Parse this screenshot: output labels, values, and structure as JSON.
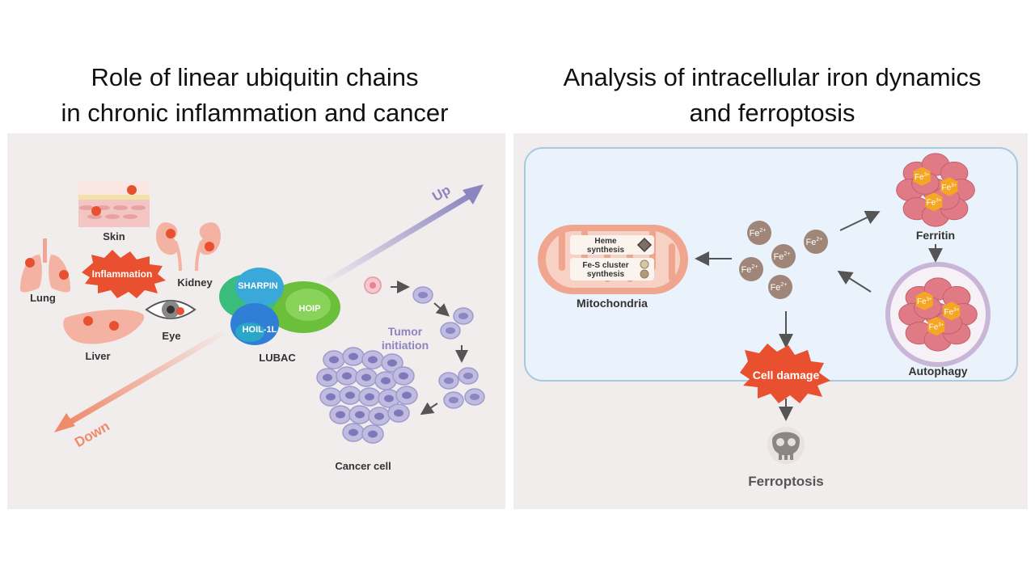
{
  "left": {
    "title_line1": "Role of linear ubiquitin chains",
    "title_line2": "in chronic inflammation and cancer",
    "labels": {
      "skin": "Skin",
      "lung": "Lung",
      "kidney": "Kidney",
      "liver": "Liver",
      "eye": "Eye",
      "inflammation": "Inflammation",
      "sharpin": "SHARPIN",
      "hoip": "HOIP",
      "hoil": "HOIL-1L",
      "lubac": "LUBAC",
      "up": "Up",
      "down": "Down",
      "tumor_line1": "Tumor",
      "tumor_line2": "initiation",
      "cancer_cell": "Cancer cell"
    }
  },
  "right": {
    "title_line1": "Analysis of intracellular iron dynamics",
    "title_line2": "and ferroptosis",
    "labels": {
      "heme_line1": "Heme",
      "heme_line2": "synthesis",
      "fes_line1": "Fe-S cluster",
      "fes_line2": "synthesis",
      "mitochondria": "Mitochondria",
      "ferritin": "Ferritin",
      "autophagy": "Autophagy",
      "cell_damage": "Cell damage",
      "ferroptosis": "Ferroptosis",
      "fe2": "Fe",
      "fe2_sup": "2+",
      "fe3": "Fe",
      "fe3_sup": "3+"
    }
  },
  "colors": {
    "panel_bg": "#f1eded",
    "cell_bg": "#eaf3fb",
    "accent_red": "#e8502f",
    "purple": "#8b85c0",
    "salmon": "#ef8a6a",
    "iron_brown": "#a08678",
    "ferritin_pink": "#e07b86"
  }
}
